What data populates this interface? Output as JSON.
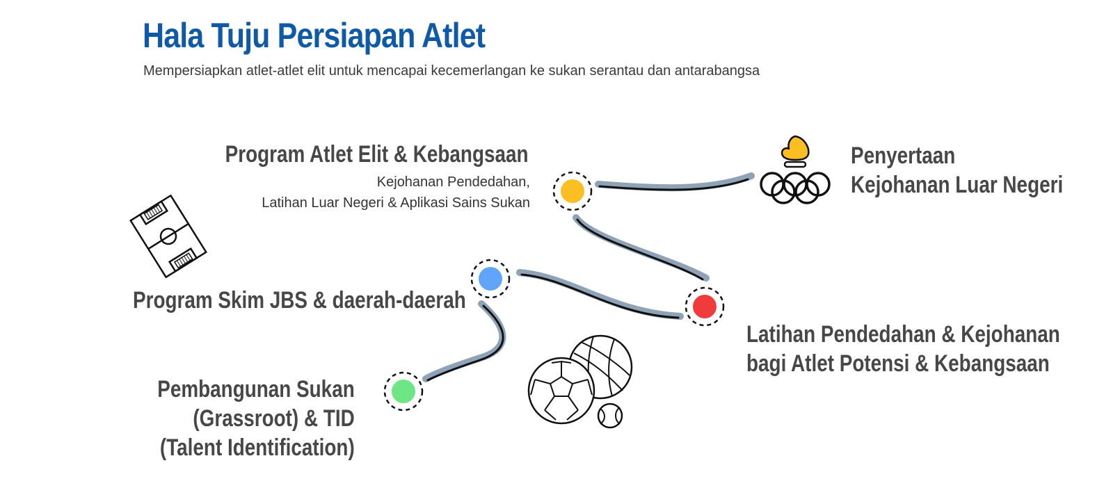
{
  "header": {
    "title": "Hala Tuju Persiapan Atlet",
    "subtitle": "Mempersiapkan atlet-atlet elit untuk mencapai kecemerlangan ke sukan serantau dan antarabangsa"
  },
  "stages": {
    "elit": {
      "title": "Program Atlet Elit & Kebangsaan",
      "sub_line1": "Kejohanan Pendedahan,",
      "sub_line2": "Latihan Luar Negeri & Aplikasi Sains Sukan",
      "color": "#fbbf24"
    },
    "luar_negeri": {
      "title_line1": "Penyertaan",
      "title_line2": "Kejohanan Luar  Negeri"
    },
    "jbs": {
      "title": "Program Skim JBS  & daerah-daerah",
      "color": "#60a5fa"
    },
    "latihan": {
      "title_line1": "Latihan Pendedahan & Kejohanan",
      "title_line2": "bagi Atlet Potensi & Kebangsaan",
      "color": "#ef3b3b"
    },
    "grassroot": {
      "title_line1": "Pembangunan Sukan",
      "title_line2": "(Grassroot) & TID",
      "title_line3": "(Talent Identification)",
      "color": "#6ee685"
    }
  },
  "icons": {
    "field": "football-field-icon",
    "torch": "olympic-torch-icon",
    "balls": "sports-balls-icon"
  },
  "colors": {
    "title_blue": "#0f5aa6",
    "path_shadow": "#8fa3b6",
    "path_line": "#111111",
    "label_gray": "#474747"
  }
}
